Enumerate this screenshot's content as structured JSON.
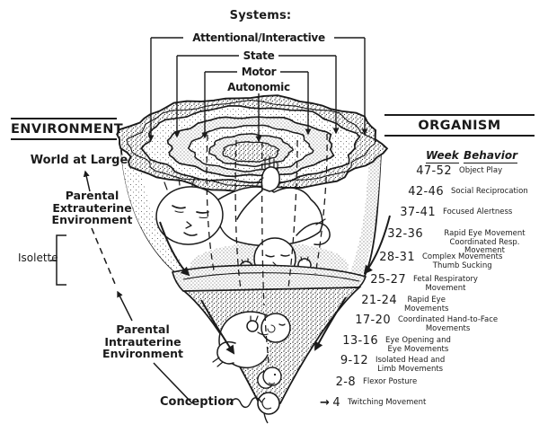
{
  "colors": {
    "ink": "#1b1b1b",
    "paper": "#ffffff"
  },
  "systems": {
    "title": "Systems:",
    "items": [
      {
        "label": "Attentional/Interactive"
      },
      {
        "label": "State"
      },
      {
        "label": "Motor"
      },
      {
        "label": "Autonomic"
      }
    ]
  },
  "environment": {
    "header": "ENVIRONMENT",
    "world_at_large": "World at Large",
    "extrauterine_label": "Parental\nExtrauterine\nEnvironment",
    "isolette_label": "Isolette",
    "intrauterine_label": "Parental\nIntrauterine\nEnvironment",
    "conception_label": "Conception"
  },
  "organism": {
    "header": "ORGANISM",
    "week_column": "Week",
    "behavior_column": "Behavior",
    "twitch_arrow_icon": "→",
    "rows": [
      {
        "week": "47-52",
        "behavior": "Object Play"
      },
      {
        "week": "42-46",
        "behavior": "Social Reciprocation"
      },
      {
        "week": "37-41",
        "behavior": "Focused Alertness"
      },
      {
        "week": "32-36",
        "behavior": "Rapid Eye Movement\nCoordinated Resp. Movement"
      },
      {
        "week": "28-31",
        "behavior": "Complex Movements\nThumb Sucking"
      },
      {
        "week": "25-27",
        "behavior": "Fetal Respiratory\nMovement"
      },
      {
        "week": "21-24",
        "behavior": "Rapid Eye\nMovements"
      },
      {
        "week": "17-20",
        "behavior": "Coordinated Hand-to-Face\nMovements"
      },
      {
        "week": "13-16",
        "behavior": "Eye Opening and\nEye Movements"
      },
      {
        "week": "9-12",
        "behavior": "Isolated Head and\nLimb Movements"
      },
      {
        "week": "2-8",
        "behavior": "Flexor Posture"
      },
      {
        "week": "4",
        "behavior": "Twitching Movement",
        "arrow": true
      }
    ]
  }
}
